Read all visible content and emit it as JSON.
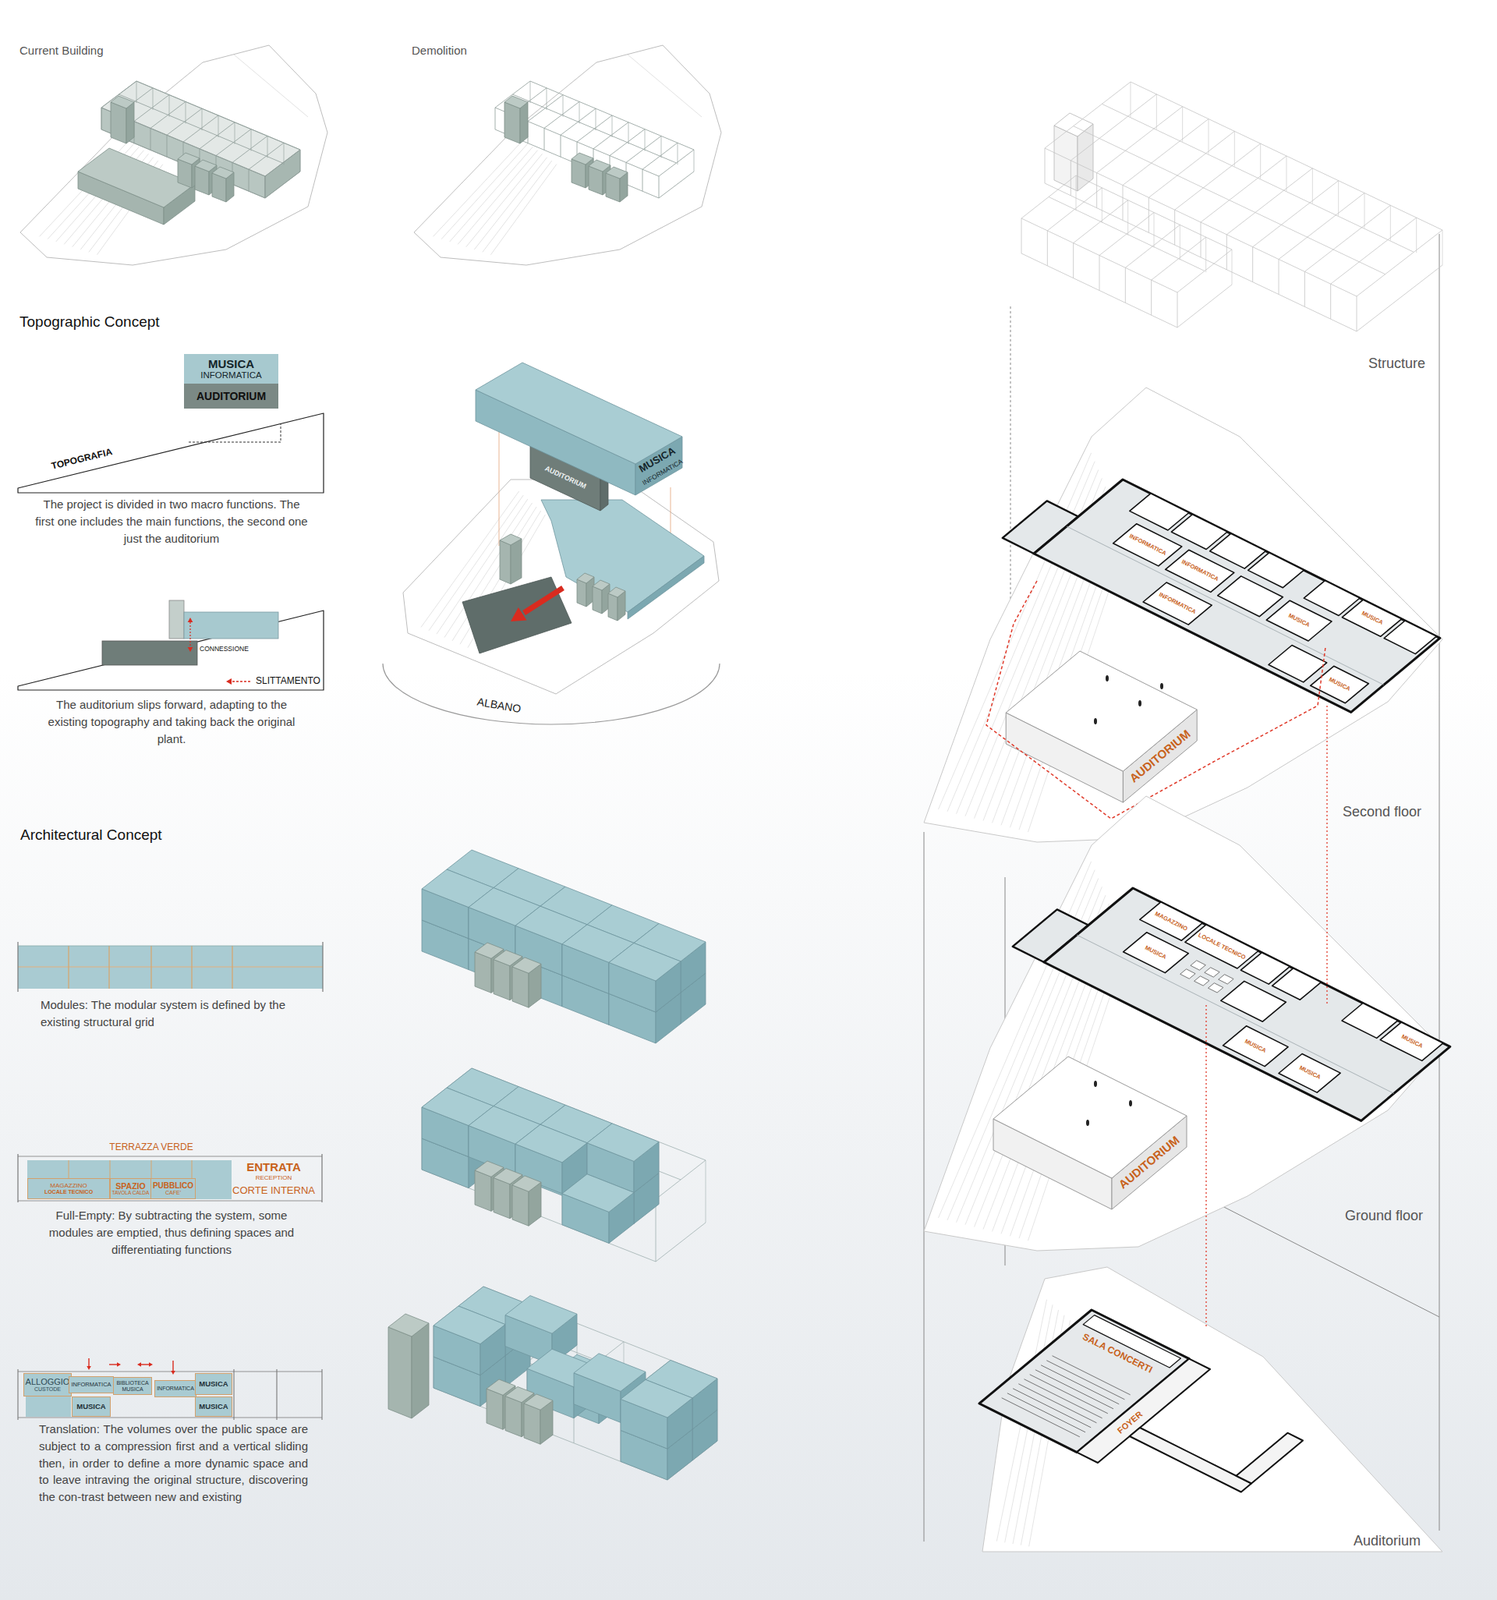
{
  "diagram": {
    "nodes": [
      {
        "text": [
          "MUSICA",
          "INFORMATICA"
        ]
      },
      {
        "text": [
          "AUDITORIUM"
        ]
      },
      {
        "text": [
          "MAGAZZINO",
          "LOCALE TECNICO"
        ]
      },
      {
        "text": [
          "SPAZIO",
          "TAVOLA CALDA"
        ]
      },
      {
        "text": [
          "PUBBLICO",
          "CAFE'"
        ]
      },
      {
        "text": [
          "ALLOGGIO",
          "CUSTODE"
        ]
      },
      {
        "text": [
          "INFORMATICA"
        ]
      },
      {
        "text": [
          "MUSICA"
        ]
      },
      {
        "text": [
          "BIBLIOTECA MUSICA"
        ]
      },
      {
        "text": [
          "INFORMATICA"
        ]
      },
      {
        "text": [
          "MUSICA"
        ]
      },
      {
        "text": [
          "MUSICA"
        ]
      }
    ],
    "labels": [
      "Current Building",
      "Demolition",
      "Topographic Concept",
      "TOPOGRAFIA",
      "The project is divided in two macro functions. The first one includes the main functions, the second one just the auditorium",
      "CONNESSIONE",
      "SLITTAMENTO",
      "The auditorium slips forward, adapting to the existing topography and taking back the original plant.",
      "AUDITORIUM",
      "MUSICA",
      "INFORMATICA",
      "ALBANO",
      "Architectural Concept",
      "Modules: The modular system is defined by the existing structural grid",
      "TERRAZZA VERDE",
      "ENTRATA",
      "RECEPTION",
      "CORTE INTERNA",
      "Full-Empty: By subtracting the system, some modules are emptied, thus defining spaces and differentiating functions",
      "Translation: The volumes over the public space are subject to a compression first and a vertical sliding then, in order to define a more dynamic space and to leave intraving the original structure, discovering the con-trast between new and existing",
      "Structure",
      "Second floor",
      "Ground floor",
      "Auditorium",
      "AUDITORIUM",
      "INFORMATICA",
      "INFORMATICA",
      "INFORMATICA",
      "MUSICA",
      "MUSICA",
      "MUSICA",
      "AUDITORIUM",
      "MAGAZZINO",
      "LOCALE TECNICO",
      "MUSICA",
      "MUSICA",
      "MUSICA",
      "MUSICA",
      "SALA CONCERTI",
      "FOYER"
    ]
  }
}
